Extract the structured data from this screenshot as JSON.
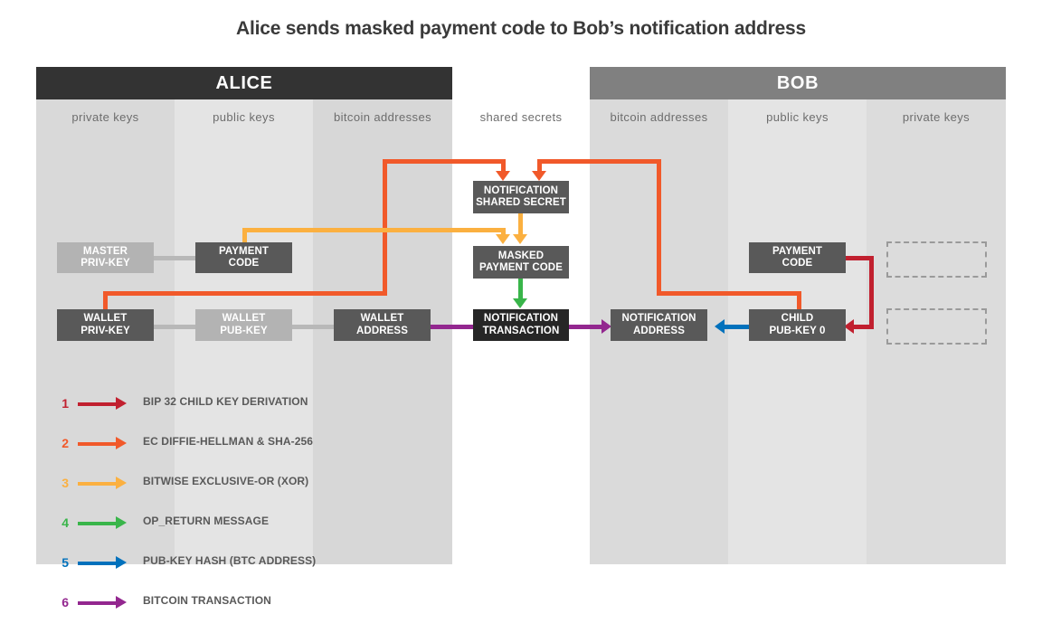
{
  "title": "Alice sends masked payment code to Bob’s notification address",
  "banners": {
    "alice": "ALICE",
    "bob": "BOB"
  },
  "columns": [
    {
      "label": "private keys",
      "owner": "alice",
      "shade": "#d9d9d9"
    },
    {
      "label": "public keys",
      "owner": "alice",
      "shade": "#e4e4e4"
    },
    {
      "label": "bitcoin addresses",
      "owner": "alice",
      "shade": "#d7d7d7"
    },
    {
      "label": "shared secrets",
      "owner": "shared",
      "shade": "#ffffff"
    },
    {
      "label": "bitcoin addresses",
      "owner": "bob",
      "shade": "#dadada"
    },
    {
      "label": "public keys",
      "owner": "bob",
      "shade": "#e4e4e4"
    },
    {
      "label": "private keys",
      "owner": "bob",
      "shade": "#dcdcdc"
    }
  ],
  "nodes": {
    "alice_master_privkey": "MASTER\nPRIV-KEY",
    "alice_payment_code": "PAYMENT\nCODE",
    "alice_wallet_privkey": "WALLET\nPRIV-KEY",
    "alice_wallet_pubkey": "WALLET\nPUB-KEY",
    "alice_wallet_address": "WALLET\nADDRESS",
    "notification_shared_secret": "NOTIFICATION\nSHARED SECRET",
    "masked_payment_code": "MASKED\nPAYMENT CODE",
    "notification_transaction": "NOTIFICATION\nTRANSACTION",
    "bob_notification_address": "NOTIFICATION\nADDRESS",
    "bob_child_pubkey": "CHILD\nPUB-KEY  0",
    "bob_payment_code": "PAYMENT\nCODE",
    "bob_ghost_upper": "",
    "bob_ghost_lower": ""
  },
  "legend": [
    {
      "num": "1",
      "label": "BIP 32 CHILD KEY DERIVATION",
      "color": "#c1202f"
    },
    {
      "num": "2",
      "label": "EC DIFFIE-HELLMAN & SHA-256",
      "color": "#f1592a"
    },
    {
      "num": "3",
      "label": "BITWISE EXCLUSIVE-OR (XOR)",
      "color": "#fbb040"
    },
    {
      "num": "4",
      "label": "OP_RETURN MESSAGE",
      "color": "#39b54a"
    },
    {
      "num": "5",
      "label": "PUB-KEY HASH (BTC ADDRESS)",
      "color": "#0071bc"
    },
    {
      "num": "6",
      "label": "BITCOIN TRANSACTION",
      "color": "#93278f"
    }
  ],
  "colors": {
    "red": "#c1202f",
    "orange": "#f1592a",
    "yellow": "#fbb040",
    "green": "#39b54a",
    "blue": "#0071bc",
    "purple": "#93278f",
    "grey_link": "#b8b8b8",
    "node_dark": "#595959",
    "node_black": "#262626",
    "node_light": "#b3b3b3",
    "banner_alice": "#333333",
    "banner_bob": "#808080"
  }
}
